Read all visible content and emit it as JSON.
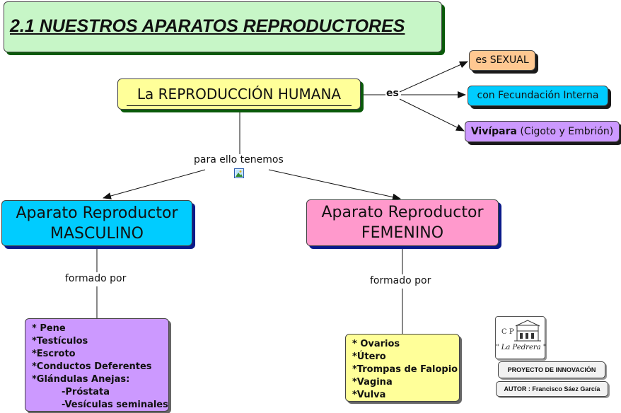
{
  "colors": {
    "title_bg": "#c7f6c7",
    "root_bg": "#ffff99",
    "sexual_bg": "#ffc891",
    "fecundacion_bg": "#00ccff",
    "vivipara_bg": "#cc99ff",
    "masculino_bg": "#00ccff",
    "femenino_bg": "#ff99cc",
    "list_m_bg": "#cc99ff",
    "list_f_bg": "#ffff99",
    "footer_bg": "#f2f2f2"
  },
  "title": "2.1 NUESTROS APARATOS REPRODUCTORES",
  "root": "La REPRODUCCIÓN HUMANA",
  "link_es": "es",
  "props": {
    "sexual": "es SEXUAL",
    "fecundacion": "con Fecundación Interna",
    "vivipara_bold": "Vivípara",
    "vivipara_rest": " (Cigoto y Embrión)"
  },
  "link_para": "para ello tenemos",
  "masculino": {
    "line1": "Aparato Reproductor",
    "line2": "MASCULINO"
  },
  "femenino": {
    "line1": "Aparato Reproductor",
    "line2": "FEMENINO"
  },
  "link_formado": "formado por",
  "list_m": [
    "* Pene",
    "*Testículos",
    "*Escroto",
    "*Conductos Deferentes",
    "*Glándulas Anejas:",
    "-Próstata",
    "-Vesículas seminales"
  ],
  "list_f": [
    "* Ovarios",
    "*Útero",
    "*Trompas de Falopio",
    "*Vagina",
    "*Vulva"
  ],
  "logo": {
    "initials": "C P",
    "name": "\" La Pedrera \""
  },
  "footer": {
    "project": "PROYECTO DE INNOVACIÓN",
    "author": "AUTOR : Francisco Sáez García"
  }
}
